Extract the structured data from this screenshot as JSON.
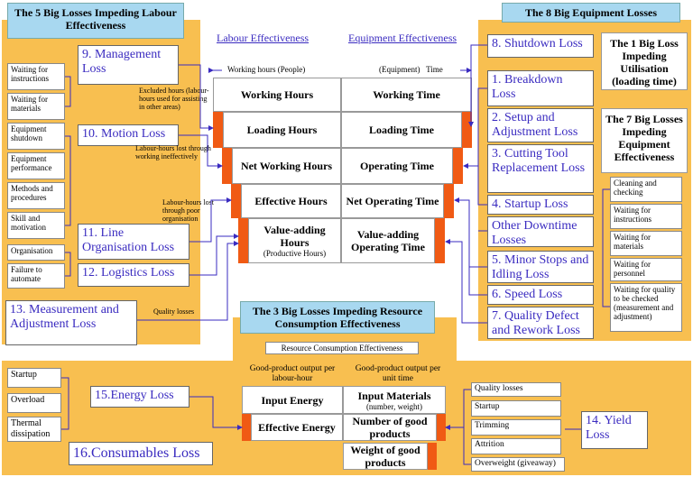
{
  "labour_panel": {
    "title": "The 5 Big Losses Impeding Labour Effectiveness",
    "items_left": [
      "Waiting for instructions",
      "Waiting for materials",
      "Equipment shutdown",
      "Equipment performance",
      "Methods and procedures",
      "Skill and motivation",
      "Organisation",
      "Failure to automate"
    ],
    "losses": {
      "management": "9. Management Loss",
      "motion": "10. Motion Loss",
      "line_org": "11. Line Organisation Loss",
      "logistics": "12. Logistics Loss",
      "measurement": "13. Measurement and Adjustment Loss"
    },
    "notes": {
      "excluded": "Excluded hours (labour-hours used for assisting in other areas)",
      "ineffective": "Labour-hours lost through working ineffectively",
      "poor_org": "Labour-hours lost through poor organisation",
      "quality": "Quality losses"
    }
  },
  "center": {
    "labour_title": "Labour Effectiveness",
    "equipment_title": "Equipment Effectiveness",
    "axis_left": "Working hours (People)",
    "axis_right": "(Equipment)   Time",
    "rows": [
      {
        "left": "Working Hours",
        "right": "Working Time"
      },
      {
        "left": "Loading Hours",
        "right": "Loading Time"
      },
      {
        "left": "Net Working Hours",
        "right": "Operating Time"
      },
      {
        "left": "Effective Hours",
        "right": "Net Operating Time"
      },
      {
        "left": "Value-adding Hours",
        "left_sub": "(Productive Hours)",
        "right": "Value-adding Operating Time"
      }
    ]
  },
  "equipment_panel": {
    "title": "The 8 Big Equipment Losses",
    "utilisation_title": "The 1 Big Loss Impeding Utilisation (loading time)",
    "effectiveness_title": "The 7 Big Losses Impeding Equipment Effectiveness",
    "losses": [
      "8. Shutdown Loss",
      "1. Breakdown Loss",
      "2. Setup and Adjustment Loss",
      "3. Cutting Tool Replacement Loss",
      "4. Startup Loss",
      "Other Downtime Losses",
      "5. Minor Stops and Idling Loss",
      "6. Speed Loss",
      "7. Quality Defect and Rework Loss"
    ],
    "items_right": [
      "Cleaning and checking",
      "Waiting for instructions",
      "Waiting for materials",
      "Waiting for personnel",
      "Waiting for quality to be checked (measurement and adjustment)"
    ]
  },
  "resource_panel": {
    "title": "The 3 Big Losses Impeding Resource Consumption Effectiveness",
    "subtitle": "Resource Consumption Effectiveness",
    "col_left": "Good-product output per labour-hour",
    "col_right": "Good-product output per unit time",
    "rows": [
      {
        "left": "Input Energy",
        "right": "Input Materials",
        "right_sub": "(number, weight)"
      },
      {
        "left": "Effective Energy",
        "right": "Number of good products"
      },
      {
        "left": "",
        "right": "Weight of good products"
      }
    ],
    "energy_items": [
      "Startup",
      "Overload",
      "Thermal dissipation"
    ],
    "energy_loss": "15.Energy Loss",
    "consumables_loss": "16.Consumables Loss",
    "yield_items": [
      "Quality losses",
      "Startup",
      "Trimming",
      "Attrition",
      "Overweight (giveaway)"
    ],
    "yield_loss": "14. Yield Loss"
  },
  "colors": {
    "panel": "#f8bf50",
    "header": "#a8d8f0",
    "accent": "#f05a14",
    "loss_text": "#3a2bc0"
  }
}
